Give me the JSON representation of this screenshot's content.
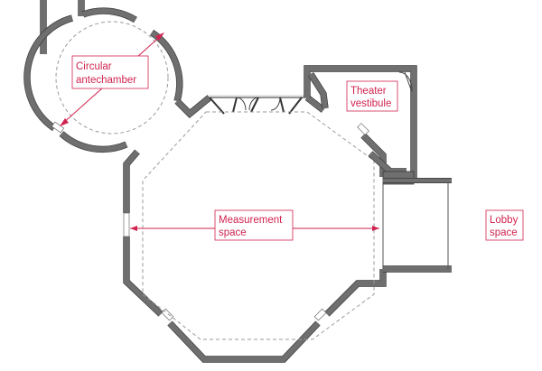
{
  "labels": {
    "antechamber_line1": "Circular",
    "antechamber_line2": "antechamber",
    "vestibule_line1": "Theater",
    "vestibule_line2": "vestibule",
    "measurement_line1": "Measurement",
    "measurement_line2": "space",
    "lobby_line1": "Lobby",
    "lobby_line2": "space"
  },
  "colors": {
    "annotation": "#d0234f",
    "wall": "#6f6f6f",
    "outline": "#3a3a3a"
  }
}
